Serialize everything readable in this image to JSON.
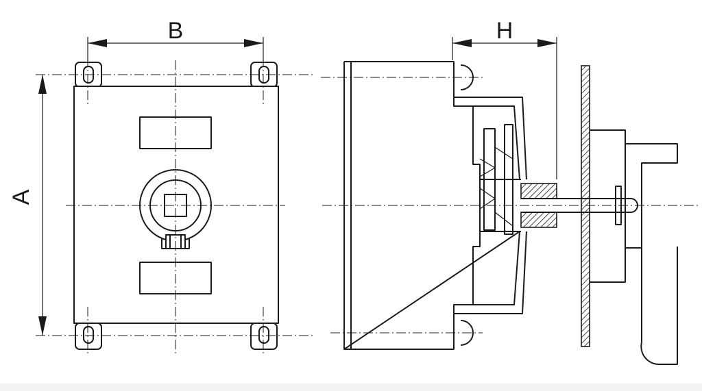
{
  "drawing": {
    "labels": {
      "width_dim": "B",
      "height_dim": "A",
      "depth_dim": "H"
    },
    "views": [
      "front",
      "side-section"
    ]
  }
}
